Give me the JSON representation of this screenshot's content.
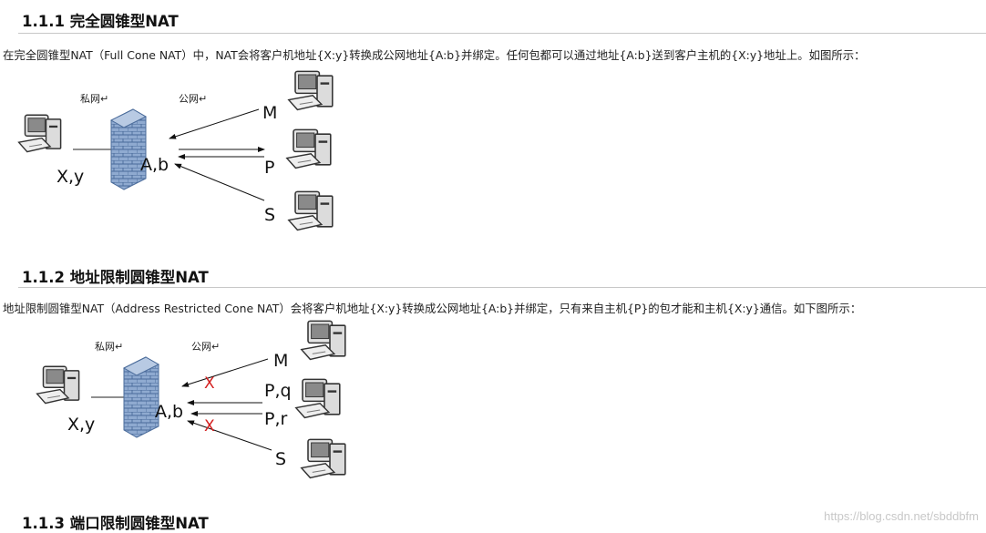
{
  "sections": [
    {
      "heading": "1.1.1 完全圆锥型NAT",
      "text": "在完全圆锥型NAT（Full Cone NAT）中，NAT会将客户机地址{X:y}转换成公网地址{A:b}并绑定。任何包都可以通过地址{A:b}送到客户主机的{X:y}地址上。如图所示：",
      "diagram": {
        "private_label": "私网↵",
        "public_label": "公网↵",
        "client_label": "X,y",
        "nat_label": "A,b",
        "host_labels": [
          "M",
          "P",
          "S"
        ]
      }
    },
    {
      "heading": "1.1.2 地址限制圆锥型NAT",
      "text": "地址限制圆锥型NAT（Address Restricted Cone NAT）会将客户机地址{X:y}转换成公网地址{A:b}并绑定，只有来自主机{P}的包才能和主机{X:y}通信。如下图所示：",
      "diagram": {
        "private_label": "私网↵",
        "public_label": "公网↵",
        "client_label": "X,y",
        "nat_label": "A,b",
        "host_labels": [
          "M",
          "P,q",
          "P,r",
          "S"
        ],
        "blocked_mark": "X"
      }
    },
    {
      "heading": "1.1.3 端口限制圆锥型NAT"
    }
  ],
  "watermark": "https://blog.csdn.net/sbddbfm",
  "colors": {
    "firewall": "#7f9cc4",
    "blocked": "#d42020",
    "text": "#222222"
  },
  "icons": [
    "computer-icon",
    "firewall-icon",
    "arrow-icon"
  ]
}
